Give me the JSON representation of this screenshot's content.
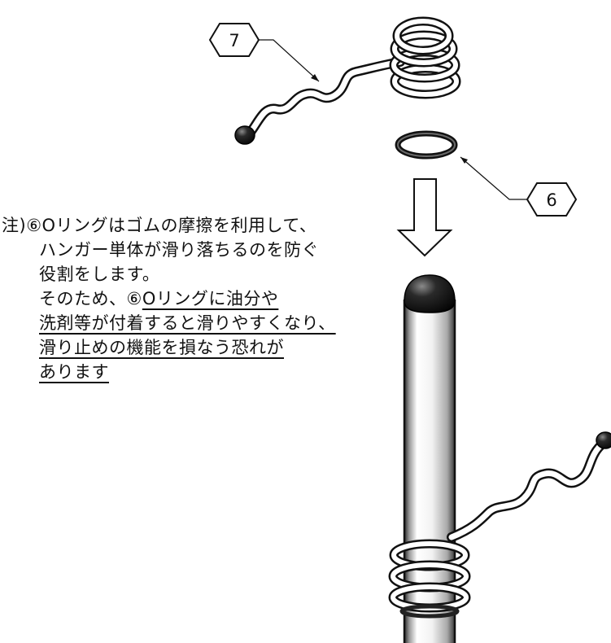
{
  "callouts": {
    "part7": "7",
    "part6": "6"
  },
  "note": {
    "prefix": "注)",
    "line1": "⑥Oリングはゴムの摩擦を利用して、",
    "line2": "ハンガー単体が滑り落ちるのを防ぐ",
    "line3": "役割をします。",
    "line4_plain": "そのため、⑥",
    "line4_underlined": "Oリングに油分や",
    "line5": "洗剤等が付着すると滑りやすくなり、",
    "line6": "滑り止めの機能を損なう恐れが",
    "line7": "あります"
  },
  "colors": {
    "ink": "#111111",
    "background": "#ffffff",
    "cap": "#1a1a1a"
  }
}
